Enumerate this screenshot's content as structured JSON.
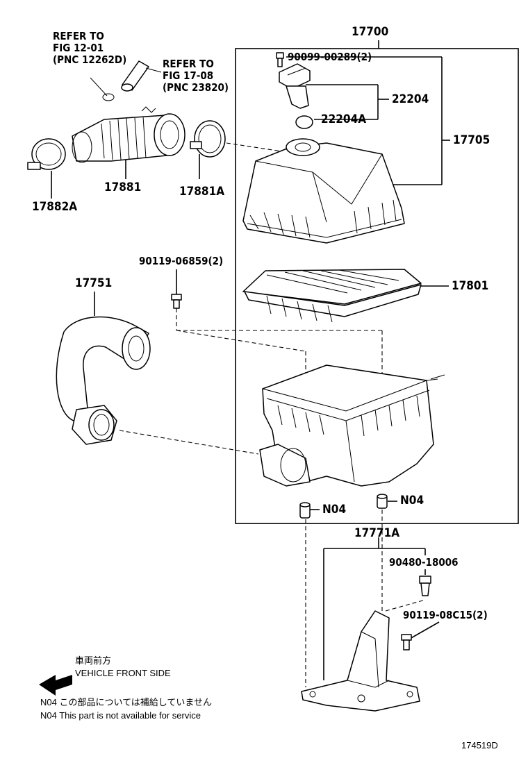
{
  "labels": {
    "refer1_line1": "REFER TO",
    "refer1_line2": "FIG 12-01",
    "refer1_line3": "(PNC 12262D)",
    "refer2_line1": "REFER TO",
    "refer2_line2": "FIG 17-08",
    "refer2_line3": "(PNC 23820)",
    "p17700": "17700",
    "p90099": "90099-00289(2)",
    "p22204": "22204",
    "p22204A": "22204A",
    "p17705": "17705",
    "p17881": "17881",
    "p17881A": "17881A",
    "p17882A": "17882A",
    "p90119a": "90119-06859(2)",
    "p17751": "17751",
    "p17801": "17801",
    "pN04a": "N04",
    "pN04b": "N04",
    "p17771A": "17771A",
    "p90480": "90480-18006",
    "p90119b": "90119-08C15(2)"
  },
  "legend": {
    "front_jp": "車両前方",
    "front_en": "VEHICLE FRONT SIDE",
    "n04_jp": "N04  この部品については補給していません",
    "n04_en": "N04  This part is not available for service"
  },
  "figure_id": "174519D"
}
